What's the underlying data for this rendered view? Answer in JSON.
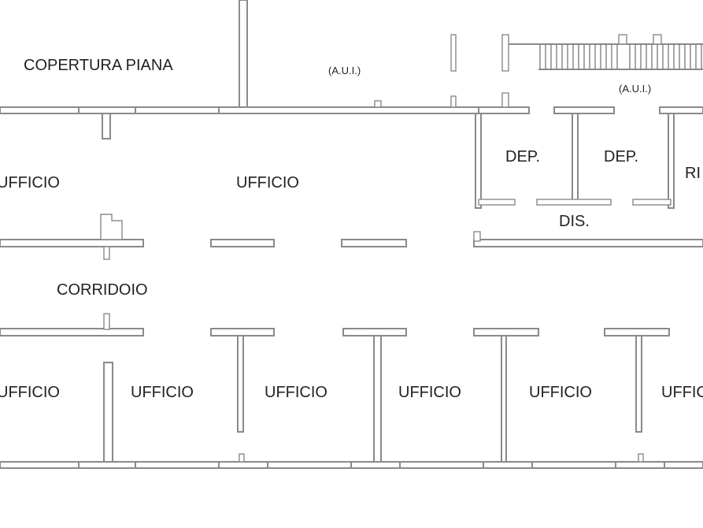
{
  "rooms": {
    "copertura": "COPERTURA PIANA",
    "aui_left": "(A.U.I.)",
    "aui_right": "(A.U.I.)",
    "ufficio_mid_left": "UFFICIO",
    "ufficio_mid_center": "UFFICIO",
    "dep_1": "DEP.",
    "dep_2": "DEP.",
    "ri": "RI",
    "dis": "DIS.",
    "corridoio": "CORRIDOIO",
    "ufficio_b1": "UFFICIO",
    "ufficio_b2": "UFFICIO",
    "ufficio_b3": "UFFICIO",
    "ufficio_b4": "UFFICIO",
    "ufficio_b5": "UFFICIO",
    "ufficio_b6": "UFFICIO"
  },
  "colors": {
    "wall": "#8a8a8a",
    "background": "#ffffff",
    "text": "#222222"
  },
  "icons": {
    "stairs": "stairs-hatching"
  }
}
